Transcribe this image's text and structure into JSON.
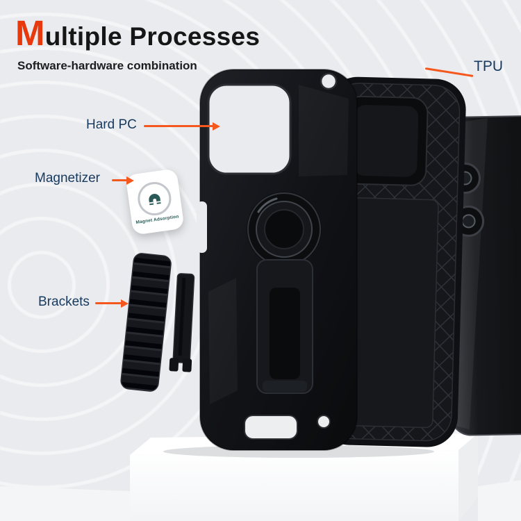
{
  "theme": {
    "background": "#e9ebee",
    "accent_orange": "#f4581e",
    "title_red": "#e8380d",
    "label_navy": "#17395e",
    "case_black": "#121317",
    "badge_teal": "#2a5a57"
  },
  "header": {
    "title_initial": "M",
    "title_rest": "ultiple Processes",
    "subtitle": "Software-hardware combination"
  },
  "callouts": {
    "tpu": {
      "label": "TPU"
    },
    "hard_pc": {
      "label": "Hard PC"
    },
    "magnetizer": {
      "label": "Magnetizer"
    },
    "brackets": {
      "label": "Brackets"
    }
  },
  "badge": {
    "label": "Magnet Adsorption",
    "icon": "magnet-icon"
  }
}
